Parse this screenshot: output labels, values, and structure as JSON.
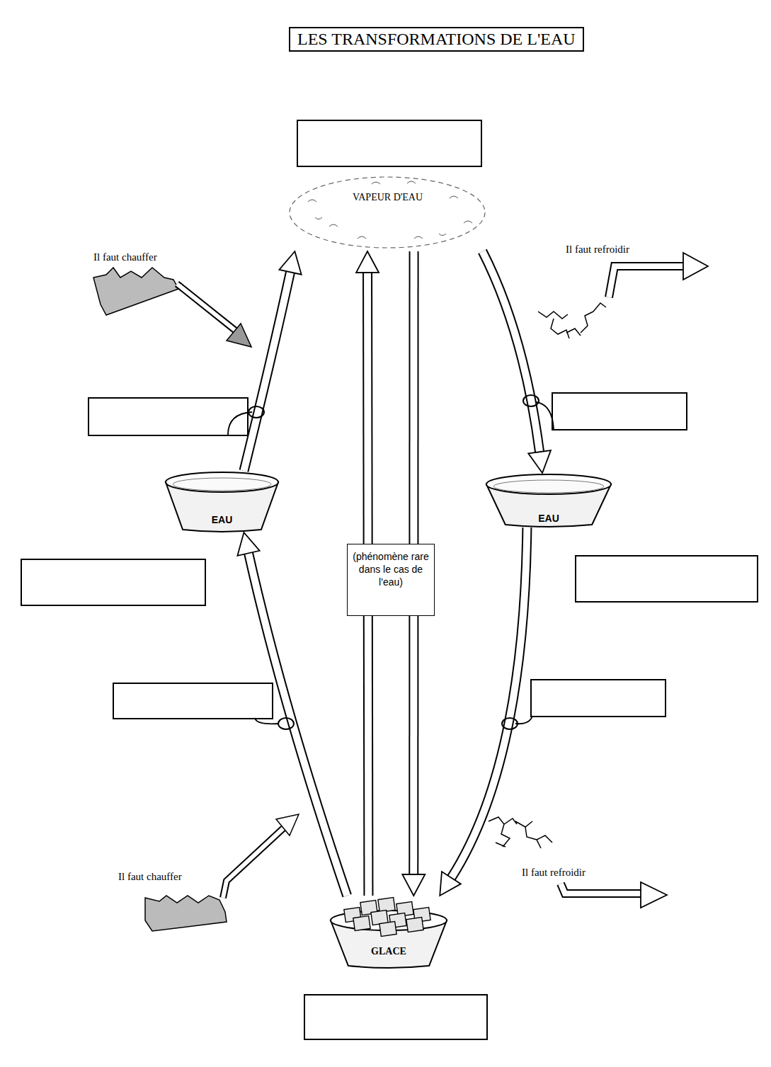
{
  "diagram": {
    "title": "LES TRANSFORMATIONS DE L'EAU",
    "nodes": [
      {
        "text": [
          "VAPEUR D'EAU"
        ]
      },
      {
        "text": [
          "EAU"
        ]
      },
      {
        "text": [
          "EAU"
        ]
      },
      {
        "text": [
          "(phénomène rare dans le cas de l'eau)"
        ]
      },
      {
        "text": [
          "GLACE"
        ]
      }
    ],
    "edges": [
      {
        "from": 1,
        "to": 0,
        "arrow": "to"
      },
      {
        "from": 4,
        "to": 1,
        "arrow": "to"
      },
      {
        "from": 0,
        "to": 2,
        "arrow": "to"
      },
      {
        "from": 2,
        "to": 4,
        "arrow": "to"
      },
      {
        "from": 4,
        "to": 0,
        "arrow": "to"
      },
      {
        "from": 0,
        "to": 4,
        "arrow": "to"
      }
    ],
    "labels": [
      "Il faut chauffer",
      "Il faut refroidir",
      "Il faut chauffer",
      "Il faut refroidir"
    ]
  }
}
